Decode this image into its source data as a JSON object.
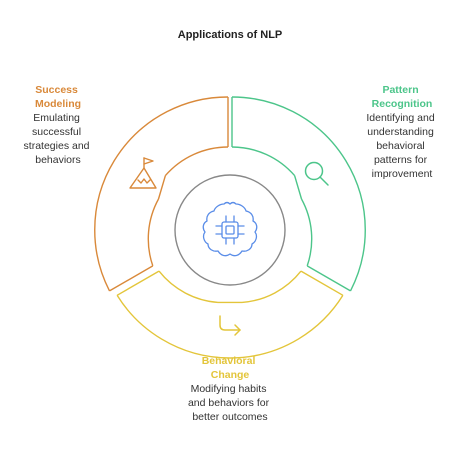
{
  "title": "Applications of NLP",
  "center_icon": "brain-chip-icon",
  "colors": {
    "center": "#5a8de8",
    "center_ring": "#888888",
    "pattern": "#4cc58a",
    "behavioral": "#e3c53a",
    "success": "#d9893a"
  },
  "sections": [
    {
      "key": "pattern",
      "icon": "magnifier-icon",
      "heading": [
        "Pattern",
        "Recognition"
      ],
      "description": [
        "Identifying and",
        "understanding",
        "behavioral",
        "patterns for",
        "improvement"
      ]
    },
    {
      "key": "behavioral",
      "icon": "redo-arrow-icon",
      "heading": [
        "Behavioral",
        "Change"
      ],
      "description": [
        "Modifying habits",
        "and behaviors for",
        "better outcomes"
      ]
    },
    {
      "key": "success",
      "icon": "summit-flag-icon",
      "heading": [
        "Success",
        "Modeling"
      ],
      "description": [
        "Emulating",
        "successful",
        "strategies and",
        "behaviors"
      ]
    }
  ]
}
